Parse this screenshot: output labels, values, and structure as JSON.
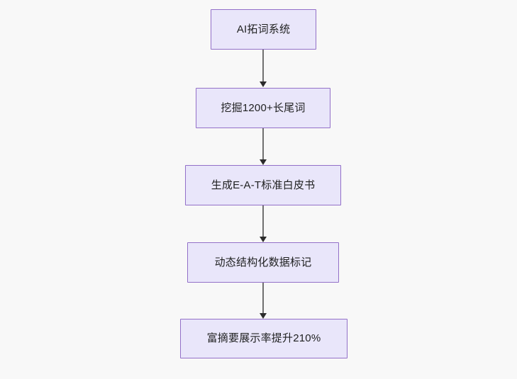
{
  "diagram": {
    "type": "flowchart",
    "orientation": "top-to-bottom",
    "background_color": "#f8f8f8",
    "node_fill_color": "#e9e6fa",
    "node_border_color": "#9370c8",
    "node_text_color": "#1f2020",
    "edge_color": "#707070",
    "arrowhead_color": "#2b2b2b",
    "nodes": [
      {
        "id": "n1",
        "label": "AI拓词系统"
      },
      {
        "id": "n2",
        "label": "挖掘1200+长尾词"
      },
      {
        "id": "n3",
        "label": "生成E-A-T标准白皮书"
      },
      {
        "id": "n4",
        "label": "动态结构化数据标记"
      },
      {
        "id": "n5",
        "label": "富摘要展示率提升210%"
      }
    ],
    "edges": [
      {
        "from": "n1",
        "to": "n2",
        "label": ""
      },
      {
        "from": "n2",
        "to": "n3",
        "label": ""
      },
      {
        "from": "n3",
        "to": "n4",
        "label": ""
      },
      {
        "from": "n4",
        "to": "n5",
        "label": ""
      }
    ]
  }
}
